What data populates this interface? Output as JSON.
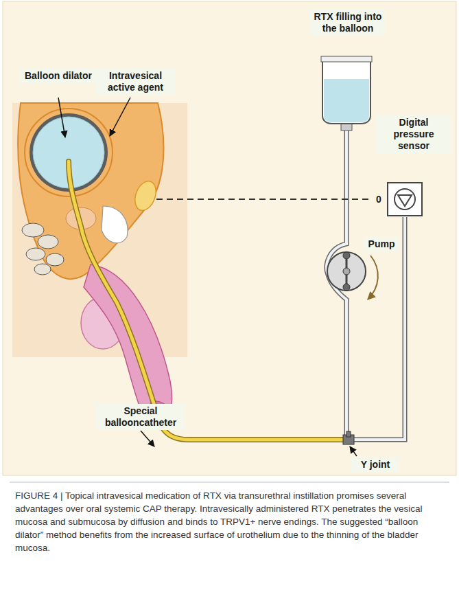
{
  "diagram": {
    "caption": "FIGURE 4 | Topical intravesical medication of RTX via transurethral instillation promises several advantages over oral systemic CAP therapy. Intravesically administered RTX penetrates the vesical mucosa and submucosa by diffusion and binds to TRPV1+ nerve endings. The suggested “balloon dilator” method benefits from the increased surface of urothelium due to the thinning of the bladder mucosa.",
    "labels": [
      "RTX filling into the balloon",
      "Balloon dilator",
      "Intravesical active agent",
      "Digital pressure sensor",
      "0",
      "Pump",
      "Special ballooncatheter",
      "Y joint"
    ]
  }
}
